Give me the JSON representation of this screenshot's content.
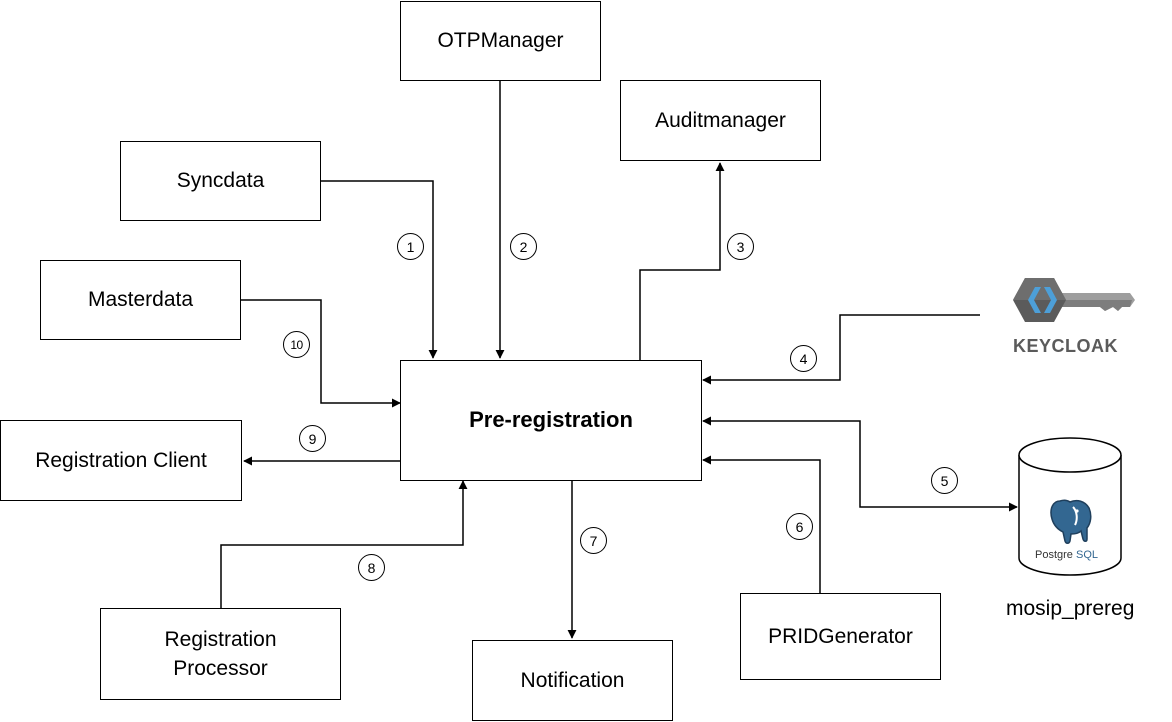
{
  "nodes": {
    "otp": "OTPManager",
    "audit": "Auditmanager",
    "sync": "Syncdata",
    "master": "Masterdata",
    "prereg": "Pre-registration",
    "regclient": "Registration Client",
    "regproc_line1": "Registration",
    "regproc_line2": "Processor",
    "notification": "Notification",
    "pridgen": "PRIDGenerator"
  },
  "database": {
    "label": "mosip_prereg",
    "logo_text_a": "Postgre",
    "logo_text_b": "SQL",
    "logo_color": "#336791"
  },
  "keycloak": {
    "logo_text": "KEYCLOAK",
    "colors": {
      "blue": "#4d9fd8",
      "dark": "#5b5b5b",
      "grey": "#9e9e9e"
    }
  },
  "steps": [
    "1",
    "2",
    "3",
    "4",
    "5",
    "6",
    "7",
    "8",
    "9",
    "10"
  ]
}
